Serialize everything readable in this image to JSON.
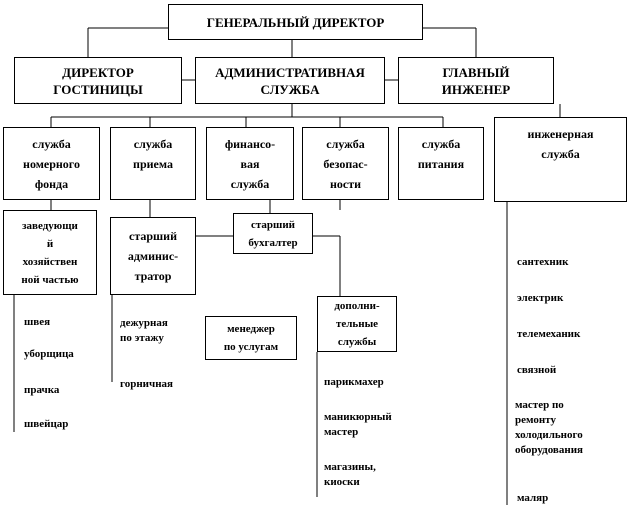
{
  "director": "ГЕНЕРАЛЬНЫЙ ДИРЕКТОР",
  "level2": {
    "hotel_director": "ДИРЕКТОР\nГОСТИНИЦЫ",
    "admin_service": "АДМИНИСТРАТИВНАЯ\nСЛУЖБА",
    "chief_engineer": "ГЛАВНЫЙ\nИНЖЕНЕР"
  },
  "level3": {
    "room_fund": "служба\nномерного\nфонда",
    "reception": "служба\nприема",
    "finance": "финансо-\nвая\nслужба",
    "security": "служба\nбезопас-\nности",
    "catering": "служба\nпитания",
    "engineering": "инженерная\nслужба"
  },
  "level4": {
    "housekeeping_head": "заведующи\nй\nхозяйствен\nной частью",
    "senior_admin": "старший\nадминис-\nтратор",
    "senior_accountant": "старший\nбухгалтер",
    "service_manager": "менеджер\nпо услугам",
    "additional_services": "дополни-\nтельные\nслужбы"
  },
  "staff": {
    "housekeeping": [
      "швея",
      "уборщица",
      "прачка",
      "швейцар"
    ],
    "admin": [
      "дежурная\nпо этажу",
      "горничная"
    ],
    "additional": [
      "парикмахер",
      "маникюрный\nмастер",
      "магазины,\nкиоски"
    ],
    "engineering": [
      "сантехник",
      "электрик",
      "телемеханик",
      "связной",
      "мастер по\nремонту\nхолодильного\nоборудования",
      "маляр"
    ]
  }
}
